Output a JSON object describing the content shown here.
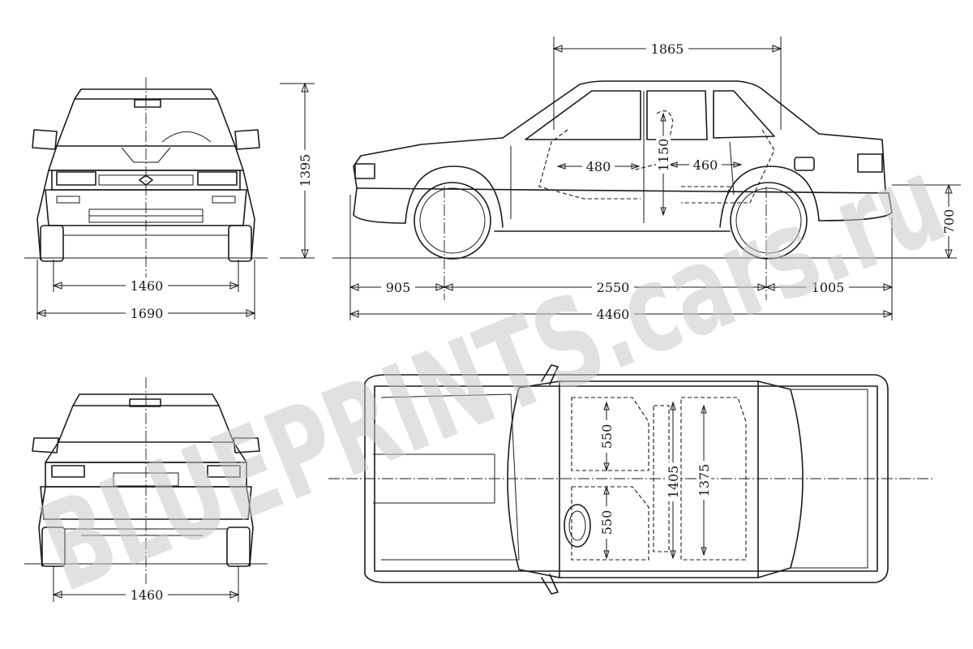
{
  "watermark": "BLUEPRINTS.cars.ru",
  "views": {
    "front": {
      "track": "1460",
      "width": "1690",
      "height": "1395"
    },
    "side": {
      "roof_length": "1865",
      "front_seat": "480",
      "rear_seat": "460",
      "interior_height": "1150",
      "ground_to_bumper": "700",
      "front_overhang": "905",
      "wheelbase": "2550",
      "rear_overhang": "1005",
      "length": "4460"
    },
    "rear": {
      "track": "1460"
    },
    "top": {
      "front_seat_width_1": "550",
      "front_seat_width_2": "550",
      "interior_width_front": "1405",
      "interior_width_rear": "1375"
    }
  },
  "colors": {
    "line": "#1a1a1a",
    "watermark": "#c9c9c9",
    "background": "#ffffff"
  }
}
